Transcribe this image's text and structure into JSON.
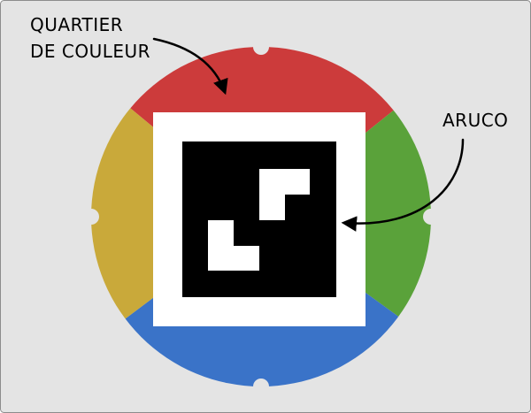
{
  "labels": {
    "color_quarter_line1": "QUARTIER",
    "color_quarter_line2": "DE COULEUR",
    "aruco": "ARUCO"
  },
  "colors": {
    "frame_background": "#e4e4e4",
    "frame_border": "#8c8c8c",
    "quarter_top": "#cc3b3b",
    "quarter_right": "#5aa23a",
    "quarter_bottom": "#3a73c8",
    "quarter_left": "#c9a93a",
    "marker_border": "#ffffff",
    "marker_body": "#000000",
    "arrow": "#000000"
  }
}
